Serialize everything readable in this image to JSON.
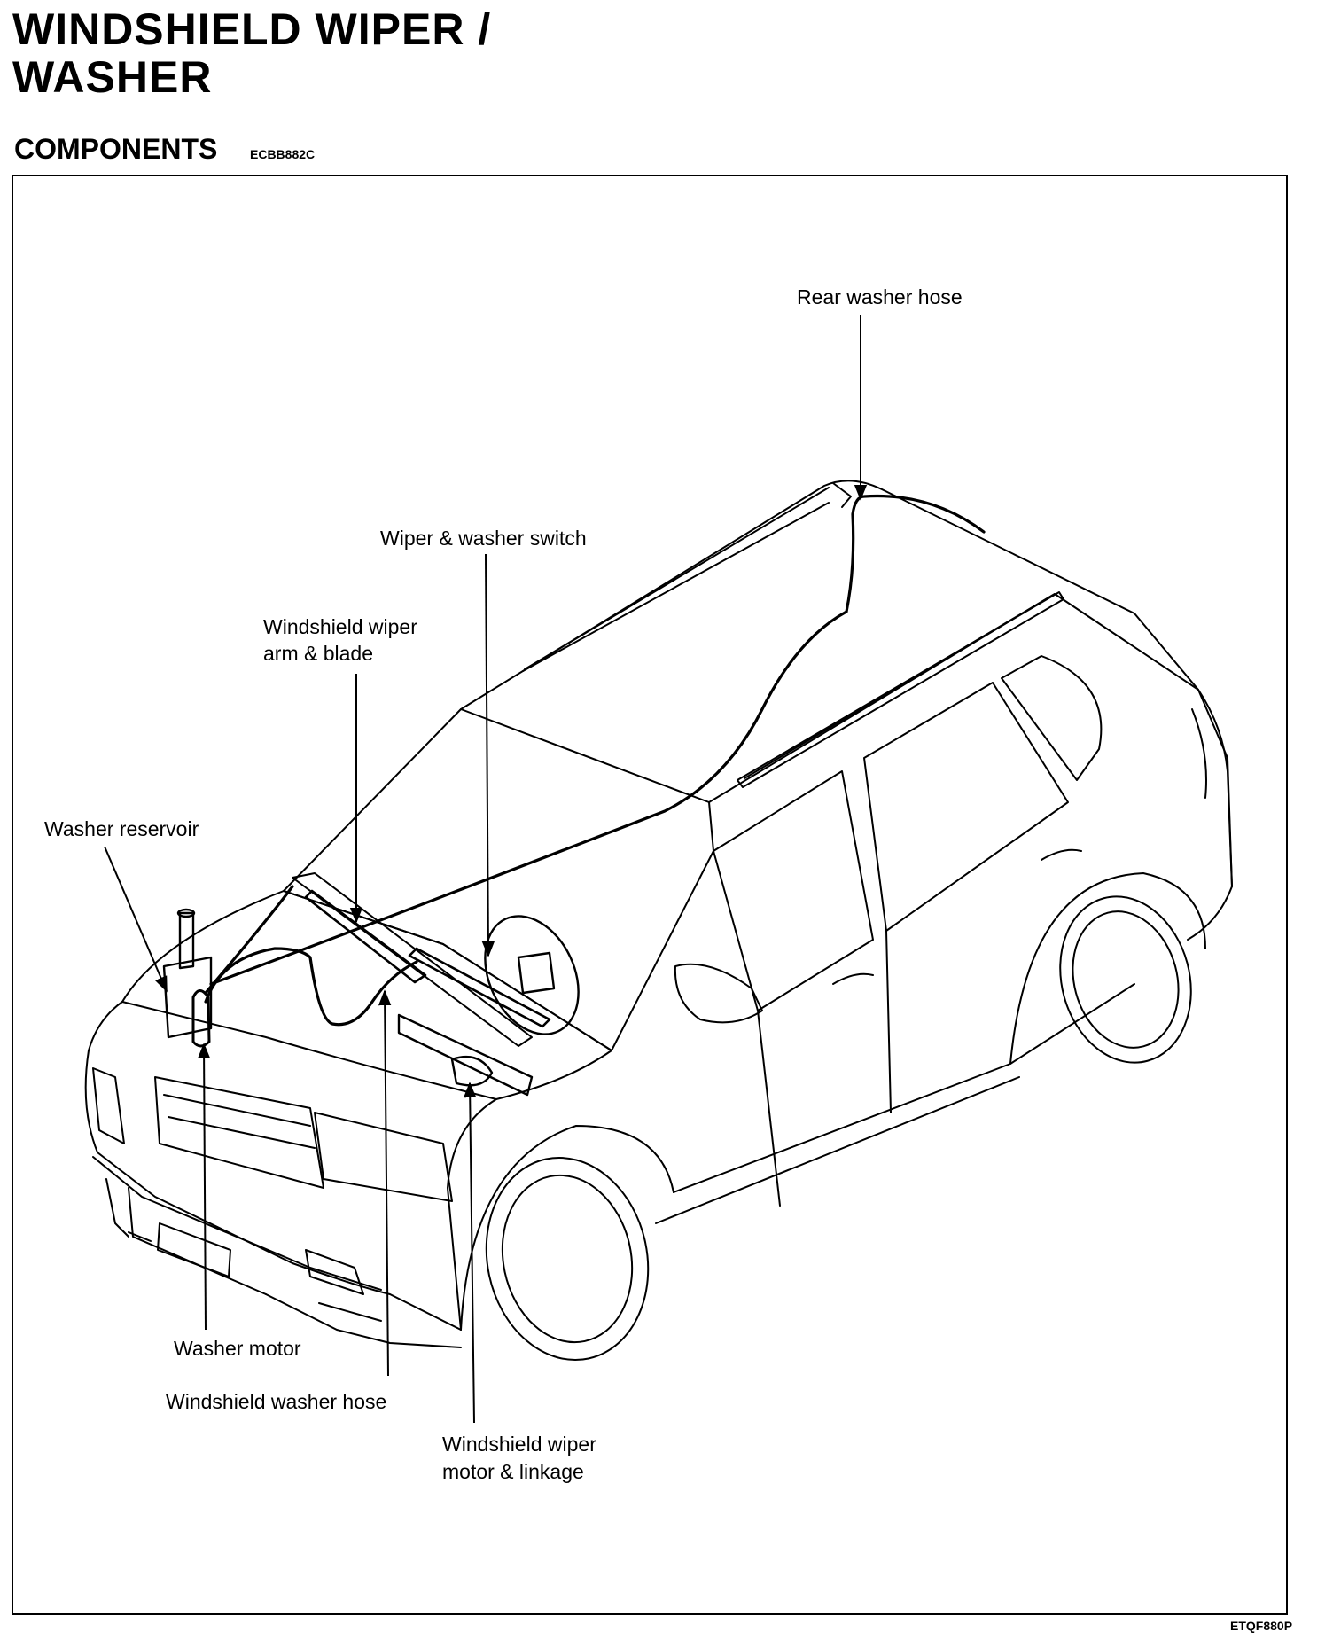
{
  "header": {
    "title_line1": "WINDSHIELD WIPER /",
    "title_line2": "WASHER",
    "section": "COMPONENTS",
    "section_code": "ECBB882C"
  },
  "labels": {
    "rear_washer_hose": "Rear washer hose",
    "wiper_washer_switch": "Wiper & washer switch",
    "wiper_arm_line1": "Windshield wiper",
    "wiper_arm_line2": "arm & blade",
    "washer_reservoir": "Washer reservoir",
    "washer_motor": "Washer motor",
    "windshield_washer_hose": "Windshield washer hose",
    "wiper_motor_line1": "Windshield wiper",
    "wiper_motor_line2": "motor & linkage"
  },
  "footer": {
    "figure_code": "ETQF880P"
  }
}
